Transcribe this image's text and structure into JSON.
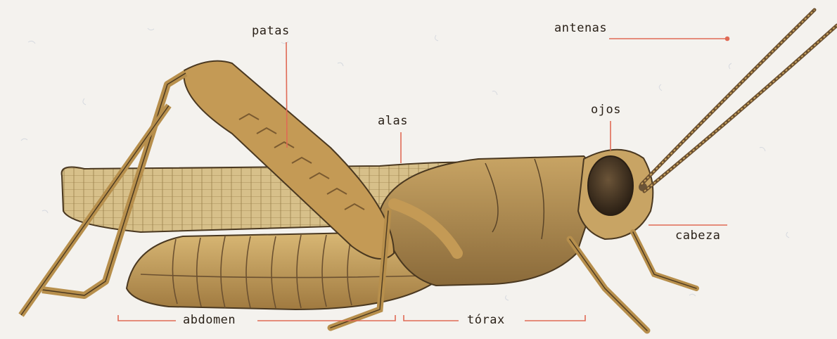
{
  "diagram": {
    "labels": {
      "patas": "patas",
      "antenas": "antenas",
      "alas": "alas",
      "ojos": "ojos",
      "cabeza": "cabeza",
      "abdomen": "abdomen",
      "torax": "tórax"
    },
    "colors": {
      "leader_line": "#e06a55",
      "body_light": "#d9b875",
      "body_mid": "#c49a55",
      "body_dark": "#8a6a3a",
      "outline": "#4a3820",
      "wing": "#d7c08a",
      "eye": "#3a2c1c",
      "background": "#f4f2ee"
    }
  }
}
